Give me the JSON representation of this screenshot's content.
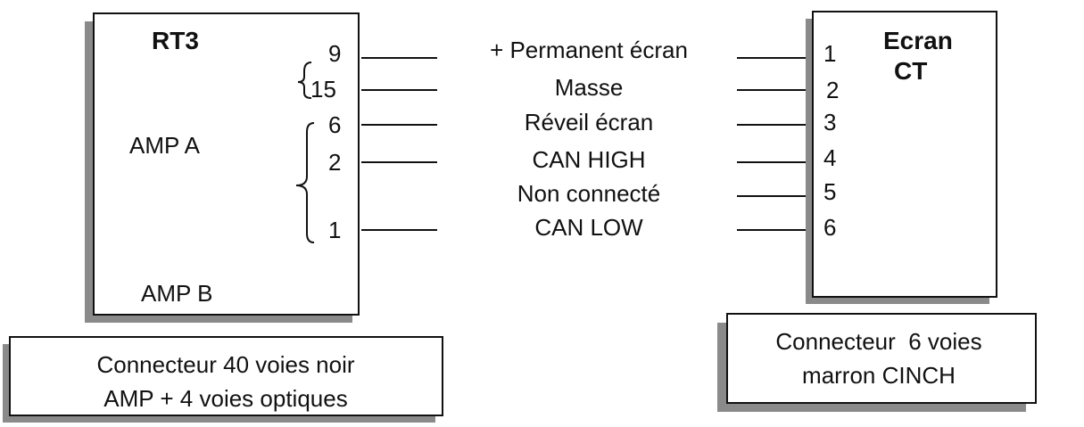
{
  "rt3_box": {
    "title": "RT3",
    "amp_a": "AMP A",
    "amp_b": "AMP B",
    "pins": [
      "9",
      "15",
      "6",
      "2",
      "1"
    ]
  },
  "ecran_box": {
    "title_line1": "Ecran",
    "title_line2": "CT",
    "pins": [
      "1",
      "2",
      "3",
      "4",
      "5",
      "6"
    ]
  },
  "signals": [
    "+ Permanent écran",
    "Masse",
    "Réveil écran",
    "CAN HIGH",
    "Non connecté",
    "CAN LOW"
  ],
  "left_caption": {
    "line1": "Connecteur 40 voies noir",
    "line2": "AMP + 4 voies optiques"
  },
  "right_caption": {
    "line1": "Connecteur  6 voies",
    "line2": "marron CINCH"
  },
  "colors": {
    "line": "#111111",
    "shadow": "#8a8a8a",
    "background": "#ffffff"
  }
}
